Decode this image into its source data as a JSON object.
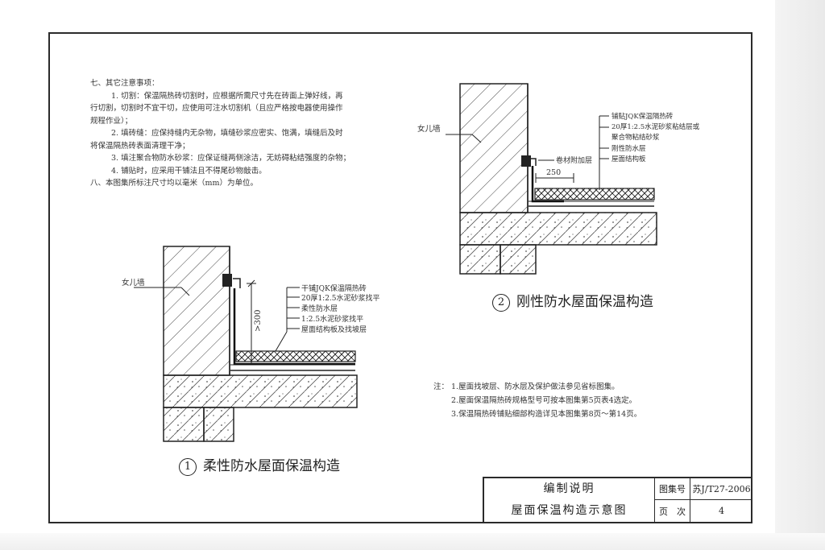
{
  "notes": {
    "lines": [
      "七、其它注意事项：",
      "1. 切割：保温隔热砖切割时，应根据所需尺寸先在砖面上弹好线，再",
      "行切割，切割时不宜干切，应使用可注水切割机（且应严格按电器使用操作",
      "规程作业）；",
      "2. 填砖缝：应保持缝内无杂物，填缝砂浆应密实、饱满，填缝后及时",
      "将保温隔热砖表面清理干净；",
      "3. 填注聚合物防水砂浆：应保证缝两侧涂洁，无妨碍粘结强度的杂物；",
      "4. 铺贴时，应采用干铺法且不得尾砂物敲击。",
      "八、本图集所标注尺寸均以毫米（mm）为单位。"
    ]
  },
  "diagram1": {
    "wall_label": "女儿墙",
    "dimension": ">300",
    "layers": [
      "干铺JQK保温隔热砖",
      "20厚1:2.5水泥砂浆找平",
      "柔性防水层",
      "1:2.5水泥砂浆找平",
      "屋面结构板及找坡层"
    ],
    "caption_num": "1",
    "caption": "柔性防水屋面保温构造"
  },
  "diagram2": {
    "wall_label": "女儿墙",
    "callout": "卷材附加层",
    "dimension": "250",
    "layers": [
      "铺贴JQK保温隔热砖",
      "20厚1:2.5水泥砂浆粘结层或",
      "聚合物粘结砂浆",
      "刚性防水层",
      "屋面结构板"
    ],
    "caption_num": "2",
    "caption": "刚性防水屋面保温构造"
  },
  "footnotes": {
    "lead": "注：",
    "lines": [
      "1.屋面找坡层、防水层及保护做法参见省标图集。",
      "2.屋面保温隔热砖规格型号可按本图集第5页表4选定。",
      "3.保温隔热砖铺贴细部构造详见本图集第8页～第14页。"
    ]
  },
  "title_block": {
    "title_line1": "编制说明",
    "title_line2": "屋面保温构造示意图",
    "atlas_label": "图集号",
    "atlas_value": "苏J/T27-2006",
    "page_label": "页　次",
    "page_value": "4"
  }
}
